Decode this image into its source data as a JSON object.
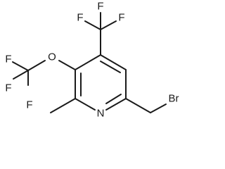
{
  "molecule": {
    "atoms": {
      "nitrogen": "N",
      "oxygen": "O",
      "bromine": "Br",
      "fluorines": [
        "F",
        "F",
        "F",
        "F",
        "F",
        "F"
      ]
    }
  }
}
